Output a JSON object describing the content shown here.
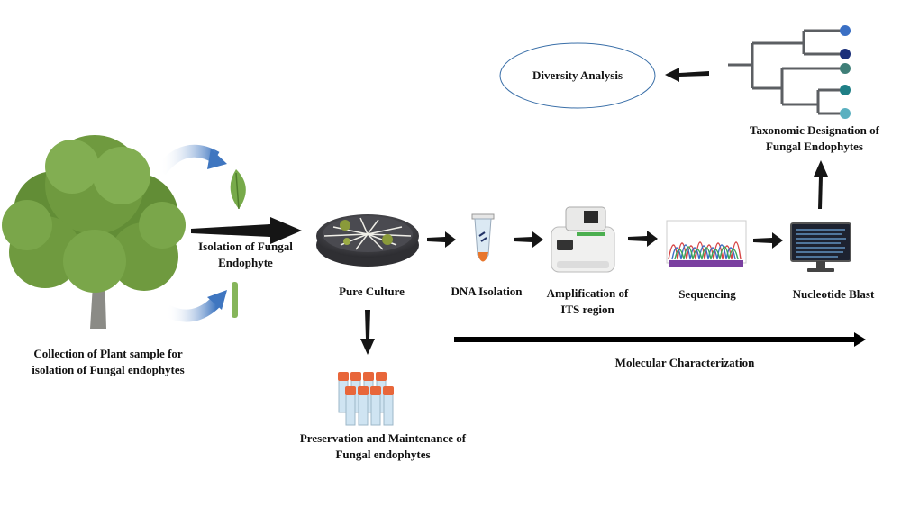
{
  "labels": {
    "collection_line1": "Collection of Plant sample for",
    "collection_line2": "isolation of Fungal endophytes",
    "isolation_line1": "Isolation of Fungal",
    "isolation_line2": "Endophyte",
    "pure_culture": "Pure Culture",
    "dna_isolation": "DNA Isolation",
    "amplification_line1": "Amplification of",
    "amplification_line2": "ITS region",
    "sequencing": "Sequencing",
    "nucleotide_blast": "Nucleotide Blast",
    "taxonomic_line1": "Taxonomic Designation of",
    "taxonomic_line2": "Fungal Endophytes",
    "diversity_analysis": "Diversity Analysis",
    "molecular_characterization": "Molecular Characterization",
    "preservation_line1": "Preservation and Maintenance of",
    "preservation_line2": "Fungal endophytes"
  },
  "colors": {
    "tree_canopy": "#6f9a3f",
    "tree_trunk": "#8b8b86",
    "leaf": "#77aa4a",
    "curved_arrow": "#4a7fc1",
    "dish": "#3e3e44",
    "tube_tip": "#e8762c",
    "pcr_accent": "#4caf50",
    "vial_cap": "#e8663a",
    "tree_dot_1": "#3a6fc4",
    "tree_dot_2": "#1a2f7a",
    "tree_dot_3": "#3f7f78",
    "tree_dot_4": "#1f7f86",
    "tree_dot_5": "#5ab0c0"
  }
}
